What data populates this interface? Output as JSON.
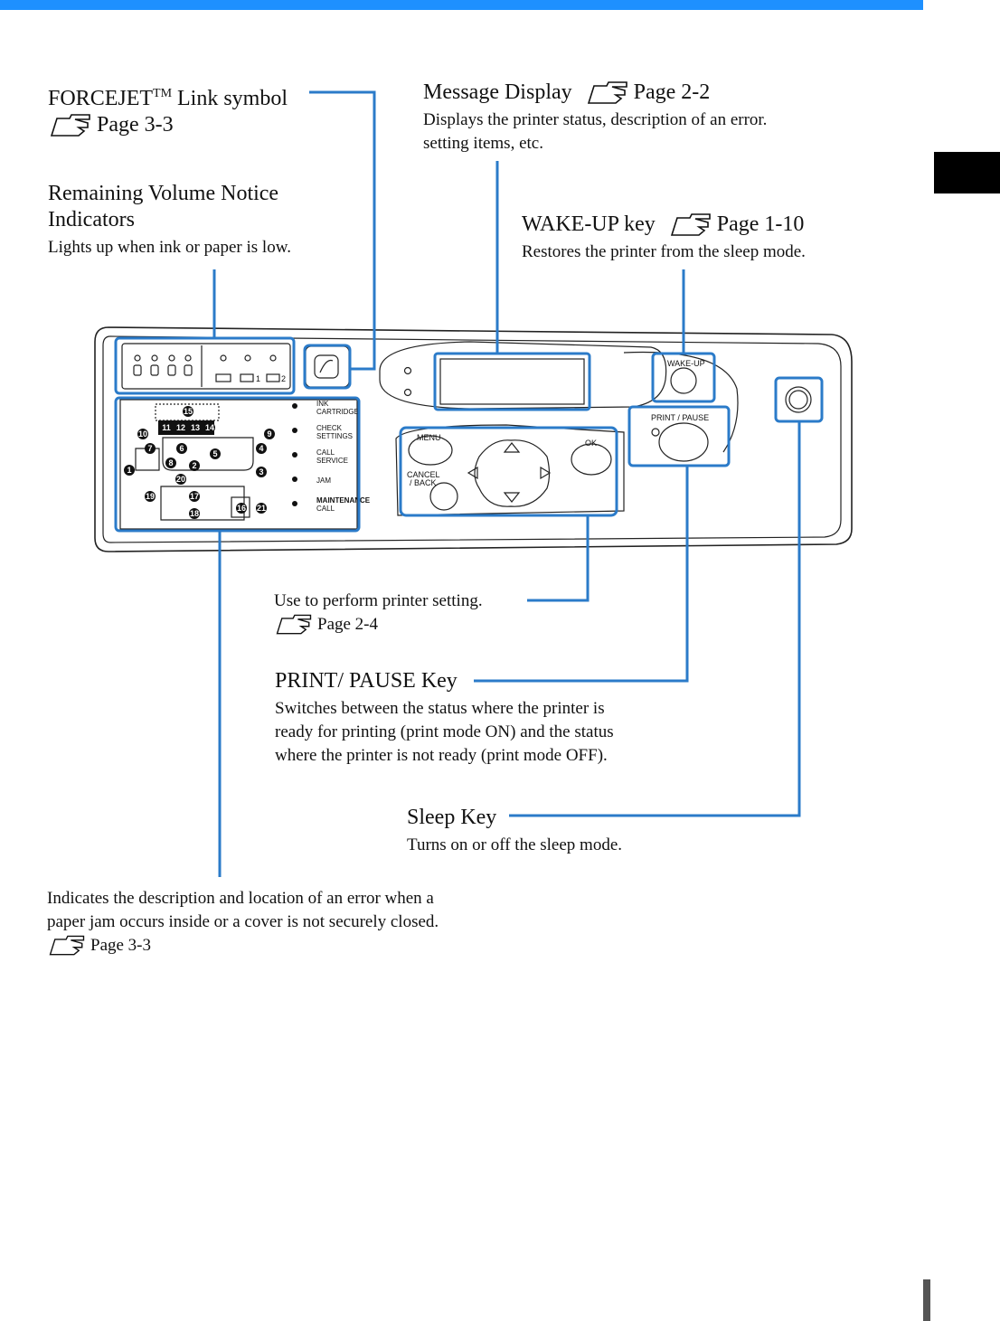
{
  "callouts": {
    "forcejet": {
      "title": "FORCEJET",
      "tm": "TM",
      "title_rest": " Link symbol",
      "ref": "Page 3-3"
    },
    "message_display": {
      "title": "Message Display",
      "ref": "Page 2-2",
      "desc1": "Displays the printer status, description of an error.",
      "desc2": "setting items, etc."
    },
    "remaining_volume": {
      "title1": "Remaining Volume Notice",
      "title2": "Indicators",
      "desc": "Lights up when ink or paper is low."
    },
    "wake_up": {
      "title": "WAKE-UP key",
      "ref": "Page 1-10",
      "desc": "Restores the printer from the sleep mode."
    },
    "printer_setting": {
      "desc": "Use to perform printer setting.",
      "ref": "Page 2-4"
    },
    "print_pause": {
      "title": "PRINT/ PAUSE Key",
      "desc1": "Switches between the status where the printer is",
      "desc2": "ready for printing (print mode ON) and the status",
      "desc3": "where the printer is not ready (print mode OFF)."
    },
    "sleep": {
      "title": "Sleep Key",
      "desc": "Turns on or off the sleep mode."
    },
    "error_location": {
      "desc1": "Indicates the description and location of an error when a",
      "desc2": "paper jam occurs inside or a cover is not securely closed.",
      "ref": "Page 3-3"
    }
  },
  "panel": {
    "menu": "MENU",
    "cancel1": "CANCEL",
    "cancel2": "/ BACK",
    "ok": "OK",
    "wake_up": "WAKE-UP",
    "print_pause": "PRINT / PAUSE",
    "tray1": "1",
    "tray2": "2",
    "status": [
      {
        "l1": "INK",
        "l2": "CARTRIDGE"
      },
      {
        "l1": "CHECK",
        "l2": "SETTINGS"
      },
      {
        "l1": "CALL",
        "l2": "SERVICE"
      },
      {
        "l1": "JAM",
        "l2": ""
      },
      {
        "l1": "MAINTENANCE",
        "l2": "CALL"
      }
    ],
    "jam_numbers": [
      "1",
      "2",
      "3",
      "4",
      "5",
      "6",
      "7",
      "8",
      "9",
      "10",
      "11",
      "12",
      "13",
      "14",
      "15",
      "16",
      "17",
      "18",
      "19",
      "20",
      "21"
    ]
  },
  "colors": {
    "accent": "#1e90ff",
    "leader": "#2b7bc9"
  }
}
